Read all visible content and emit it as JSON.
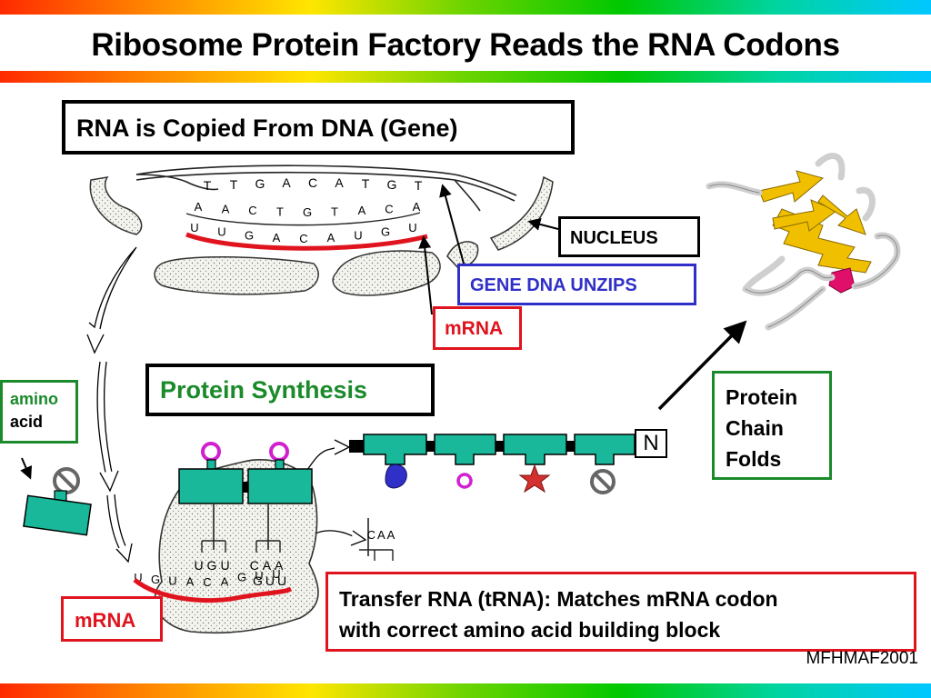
{
  "title": "Ribosome Protein Factory Reads the RNA Codons",
  "labels": {
    "rna_copied": "RNA is Copied From DNA (Gene)",
    "nucleus": "NUCLEUS",
    "gene_dna_unzips": "GENE DNA UNZIPS",
    "mrna_top": "mRNA",
    "amino": "amino",
    "acid": "acid",
    "protein_synthesis": "Protein Synthesis",
    "protein_chain_folds": [
      "Protein",
      "Chain",
      "Folds"
    ],
    "n_terminus": "N",
    "mrna_bottom": "mRNA",
    "trna_line1": "Transfer RNA (tRNA): Matches mRNA codon",
    "trna_line2": "with correct amino acid building block",
    "credit": "MFHMAF2001"
  },
  "dna": {
    "top_strand": [
      "T",
      "T",
      "G",
      "A",
      "C",
      "A",
      "T",
      "G",
      "T"
    ],
    "bottom_strand": [
      "A",
      "A",
      "C",
      "T",
      "G",
      "T",
      "A",
      "C",
      "A"
    ],
    "mrna_strand": [
      "U",
      "U",
      "G",
      "A",
      "C",
      "A",
      "U",
      "G",
      "U"
    ]
  },
  "ribosome": {
    "anticodon_1": "UGU",
    "anticodon_2": "CAA",
    "anticodon_incoming": "CAA",
    "codon_1": "GUU",
    "mrna_strand": [
      "U",
      "G",
      "U",
      "A",
      "C",
      "A",
      "G",
      "U",
      "U"
    ]
  },
  "colors": {
    "teal": "#1ab89a",
    "mrna_red": "#e0141e",
    "gene_blue": "#3030c8",
    "green_box": "#1a8a2a",
    "amino_magenta": "#d020d0",
    "helix_yellow": "#f0c000",
    "helix_pink": "#e0106a"
  }
}
